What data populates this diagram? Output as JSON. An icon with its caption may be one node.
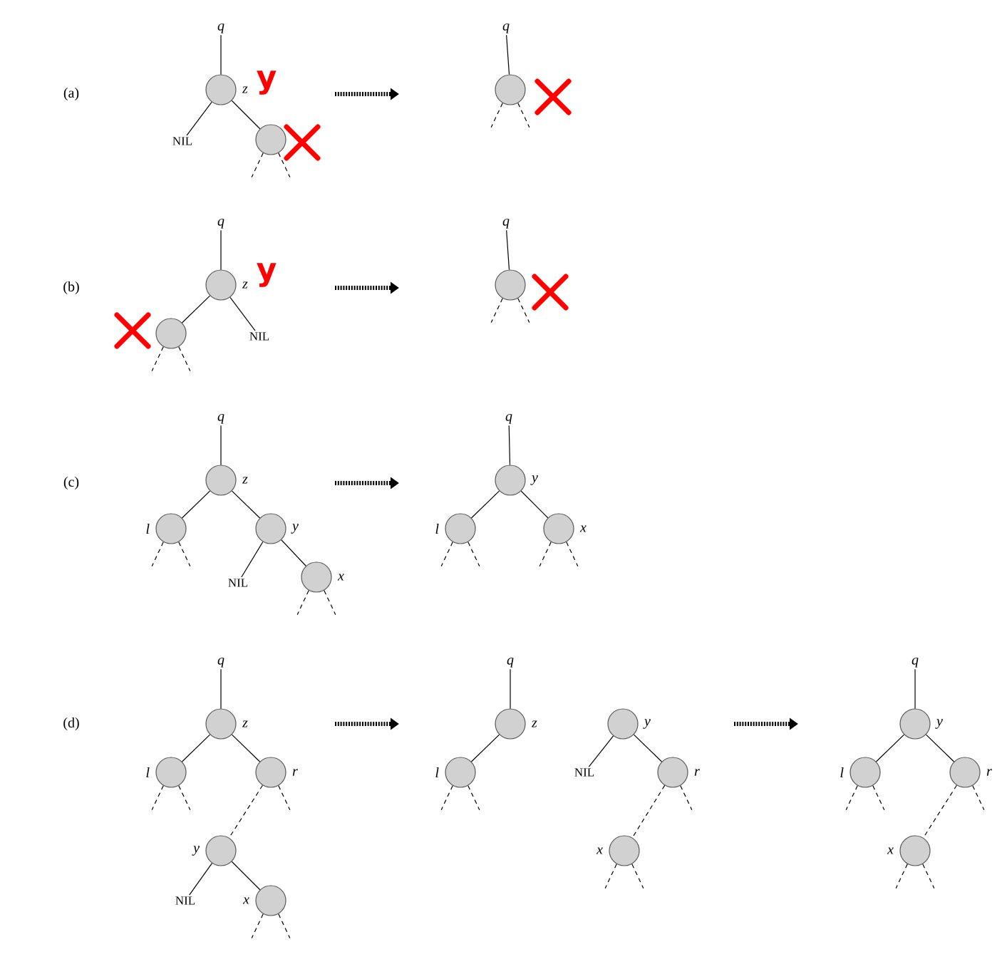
{
  "diagram": {
    "nodes": [
      {
        "text": [
          "q"
        ]
      },
      {
        "text": [],
        "shape": "circle",
        "beside": [
          "z"
        ]
      },
      {
        "text": [
          "NIL"
        ]
      },
      {
        "text": [],
        "shape": "circle"
      },
      {
        "text": [
          "q"
        ]
      },
      {
        "text": [],
        "shape": "circle"
      },
      {
        "text": [
          "q"
        ]
      },
      {
        "text": [],
        "shape": "circle",
        "beside": [
          "z"
        ]
      },
      {
        "text": [],
        "shape": "circle"
      },
      {
        "text": [
          "NIL"
        ]
      },
      {
        "text": [
          "q"
        ]
      },
      {
        "text": [],
        "shape": "circle"
      },
      {
        "text": [
          "q"
        ]
      },
      {
        "text": [],
        "shape": "circle",
        "beside": [
          "z"
        ]
      },
      {
        "text": [],
        "shape": "circle",
        "beside": [
          "l"
        ]
      },
      {
        "text": [],
        "shape": "circle",
        "beside": [
          "y"
        ]
      },
      {
        "text": [
          "NIL"
        ]
      },
      {
        "text": [],
        "shape": "circle",
        "beside": [
          "x"
        ]
      },
      {
        "text": [
          "q"
        ]
      },
      {
        "text": [],
        "shape": "circle",
        "beside": [
          "y"
        ]
      },
      {
        "text": [],
        "shape": "circle",
        "beside": [
          "l"
        ]
      },
      {
        "text": [],
        "shape": "circle",
        "beside": [
          "x"
        ]
      },
      {
        "text": [
          "q"
        ]
      },
      {
        "text": [],
        "shape": "circle",
        "beside": [
          "z"
        ]
      },
      {
        "text": [],
        "shape": "circle",
        "beside": [
          "l"
        ]
      },
      {
        "text": [],
        "shape": "circle",
        "beside": [
          "r"
        ]
      },
      {
        "text": [],
        "shape": "circle",
        "beside": [
          "y"
        ]
      },
      {
        "text": [
          "NIL"
        ]
      },
      {
        "text": [],
        "shape": "circle",
        "beside": [
          "x"
        ]
      },
      {
        "text": [
          "q"
        ]
      },
      {
        "text": [],
        "shape": "circle",
        "beside": [
          "z"
        ]
      },
      {
        "text": [],
        "shape": "circle",
        "beside": [
          "l"
        ]
      },
      {
        "text": [],
        "shape": "circle",
        "beside": [
          "y"
        ]
      },
      {
        "text": [
          "NIL"
        ]
      },
      {
        "text": [],
        "shape": "circle",
        "beside": [
          "r"
        ]
      },
      {
        "text": [],
        "shape": "circle",
        "beside": [
          "x"
        ]
      },
      {
        "text": [
          "q"
        ]
      },
      {
        "text": [],
        "shape": "circle",
        "beside": [
          "y"
        ]
      },
      {
        "text": [],
        "shape": "circle",
        "beside": [
          "l"
        ]
      },
      {
        "text": [],
        "shape": "circle",
        "beside": [
          "r"
        ]
      },
      {
        "text": [],
        "shape": "circle",
        "beside": [
          "x"
        ]
      }
    ],
    "edges": [
      {
        "from": 0,
        "to": 1,
        "arrow": "none"
      },
      {
        "from": 1,
        "to": 2,
        "arrow": "none"
      },
      {
        "from": 1,
        "to": 3,
        "arrow": "none"
      },
      {
        "from": 3,
        "to": null,
        "arrow": "none",
        "style": "dashed"
      },
      {
        "from": 3,
        "to": null,
        "arrow": "none",
        "style": "dashed"
      },
      {
        "from": 4,
        "to": 5,
        "arrow": "none"
      },
      {
        "from": 5,
        "to": null,
        "arrow": "none",
        "style": "dashed"
      },
      {
        "from": 5,
        "to": null,
        "arrow": "none",
        "style": "dashed"
      },
      {
        "from": 6,
        "to": 7,
        "arrow": "none"
      },
      {
        "from": 7,
        "to": 8,
        "arrow": "none"
      },
      {
        "from": 7,
        "to": 9,
        "arrow": "none"
      },
      {
        "from": 8,
        "to": null,
        "arrow": "none",
        "style": "dashed"
      },
      {
        "from": 8,
        "to": null,
        "arrow": "none",
        "style": "dashed"
      },
      {
        "from": 10,
        "to": 11,
        "arrow": "none"
      },
      {
        "from": 11,
        "to": null,
        "arrow": "none",
        "style": "dashed"
      },
      {
        "from": 11,
        "to": null,
        "arrow": "none",
        "style": "dashed"
      },
      {
        "from": 12,
        "to": 13,
        "arrow": "none"
      },
      {
        "from": 13,
        "to": 14,
        "arrow": "none"
      },
      {
        "from": 13,
        "to": 15,
        "arrow": "none"
      },
      {
        "from": 14,
        "to": null,
        "arrow": "none",
        "style": "dashed"
      },
      {
        "from": 14,
        "to": null,
        "arrow": "none",
        "style": "dashed"
      },
      {
        "from": 15,
        "to": 16,
        "arrow": "none"
      },
      {
        "from": 15,
        "to": 17,
        "arrow": "none"
      },
      {
        "from": 17,
        "to": null,
        "arrow": "none",
        "style": "dashed"
      },
      {
        "from": 17,
        "to": null,
        "arrow": "none",
        "style": "dashed"
      },
      {
        "from": 18,
        "to": 19,
        "arrow": "none"
      },
      {
        "from": 19,
        "to": 20,
        "arrow": "none"
      },
      {
        "from": 19,
        "to": 21,
        "arrow": "none"
      },
      {
        "from": 20,
        "to": null,
        "arrow": "none",
        "style": "dashed"
      },
      {
        "from": 20,
        "to": null,
        "arrow": "none",
        "style": "dashed"
      },
      {
        "from": 21,
        "to": null,
        "arrow": "none",
        "style": "dashed"
      },
      {
        "from": 21,
        "to": null,
        "arrow": "none",
        "style": "dashed"
      },
      {
        "from": 22,
        "to": 23,
        "arrow": "none"
      },
      {
        "from": 23,
        "to": 24,
        "arrow": "none"
      },
      {
        "from": 23,
        "to": 25,
        "arrow": "none"
      },
      {
        "from": 24,
        "to": null,
        "arrow": "none",
        "style": "dashed"
      },
      {
        "from": 24,
        "to": null,
        "arrow": "none",
        "style": "dashed"
      },
      {
        "from": 25,
        "to": 26,
        "arrow": "none",
        "style": "dashed"
      },
      {
        "from": 25,
        "to": null,
        "arrow": "none",
        "style": "dashed"
      },
      {
        "from": 26,
        "to": 27,
        "arrow": "none"
      },
      {
        "from": 26,
        "to": 28,
        "arrow": "none"
      },
      {
        "from": 28,
        "to": null,
        "arrow": "none",
        "style": "dashed"
      },
      {
        "from": 28,
        "to": null,
        "arrow": "none",
        "style": "dashed"
      },
      {
        "from": 29,
        "to": 30,
        "arrow": "none"
      },
      {
        "from": 30,
        "to": 31,
        "arrow": "none"
      },
      {
        "from": 31,
        "to": null,
        "arrow": "none",
        "style": "dashed"
      },
      {
        "from": 31,
        "to": null,
        "arrow": "none",
        "style": "dashed"
      },
      {
        "from": 32,
        "to": 33,
        "arrow": "none"
      },
      {
        "from": 32,
        "to": 34,
        "arrow": "none"
      },
      {
        "from": 34,
        "to": 35,
        "arrow": "none",
        "style": "dashed"
      },
      {
        "from": 34,
        "to": null,
        "arrow": "none",
        "style": "dashed"
      },
      {
        "from": 35,
        "to": null,
        "arrow": "none",
        "style": "dashed"
      },
      {
        "from": 35,
        "to": null,
        "arrow": "none",
        "style": "dashed"
      },
      {
        "from": 36,
        "to": 37,
        "arrow": "none"
      },
      {
        "from": 37,
        "to": 38,
        "arrow": "none"
      },
      {
        "from": 37,
        "to": 39,
        "arrow": "none"
      },
      {
        "from": 38,
        "to": null,
        "arrow": "none",
        "style": "dashed"
      },
      {
        "from": 38,
        "to": null,
        "arrow": "none",
        "style": "dashed"
      },
      {
        "from": 39,
        "to": 40,
        "arrow": "none",
        "style": "dashed"
      },
      {
        "from": 39,
        "to": null,
        "arrow": "none",
        "style": "dashed"
      },
      {
        "from": 40,
        "to": null,
        "arrow": "none",
        "style": "dashed"
      },
      {
        "from": 40,
        "to": null,
        "arrow": "none",
        "style": "dashed"
      }
    ],
    "labels": [
      "(a)",
      "y",
      "(b)",
      "y",
      "(c)",
      "(d)"
    ]
  }
}
